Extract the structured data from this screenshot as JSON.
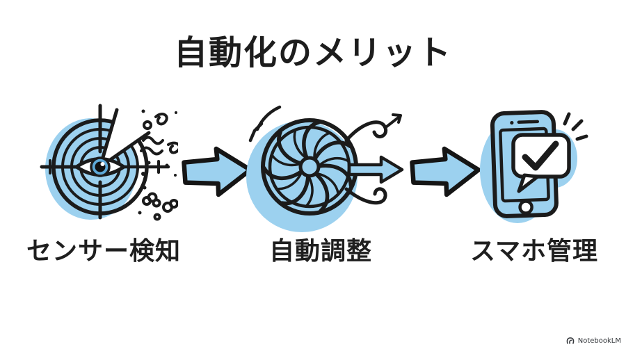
{
  "title": "自動化のメリット",
  "steps": [
    {
      "id": "sensor-detection",
      "label": "センサー検知",
      "icon": "radar-eye-icon"
    },
    {
      "id": "auto-adjustment",
      "label": "自動調整",
      "icon": "fan-icon"
    },
    {
      "id": "smartphone-manage",
      "label": "スマホ管理",
      "icon": "smartphone-check-icon"
    }
  ],
  "arrows": [
    {
      "icon": "flow-arrow-right-icon"
    },
    {
      "icon": "flow-arrow-right-icon"
    }
  ],
  "watermark": {
    "brand": "NotebookLM",
    "icon": "notebooklm-logo-icon"
  },
  "colors": {
    "accent_blue": "#9CD1EF",
    "iris_blue": "#5EA9D8",
    "ink": "#1b1b1b",
    "background": "#ffffff",
    "watermark_text": "#35383c"
  }
}
